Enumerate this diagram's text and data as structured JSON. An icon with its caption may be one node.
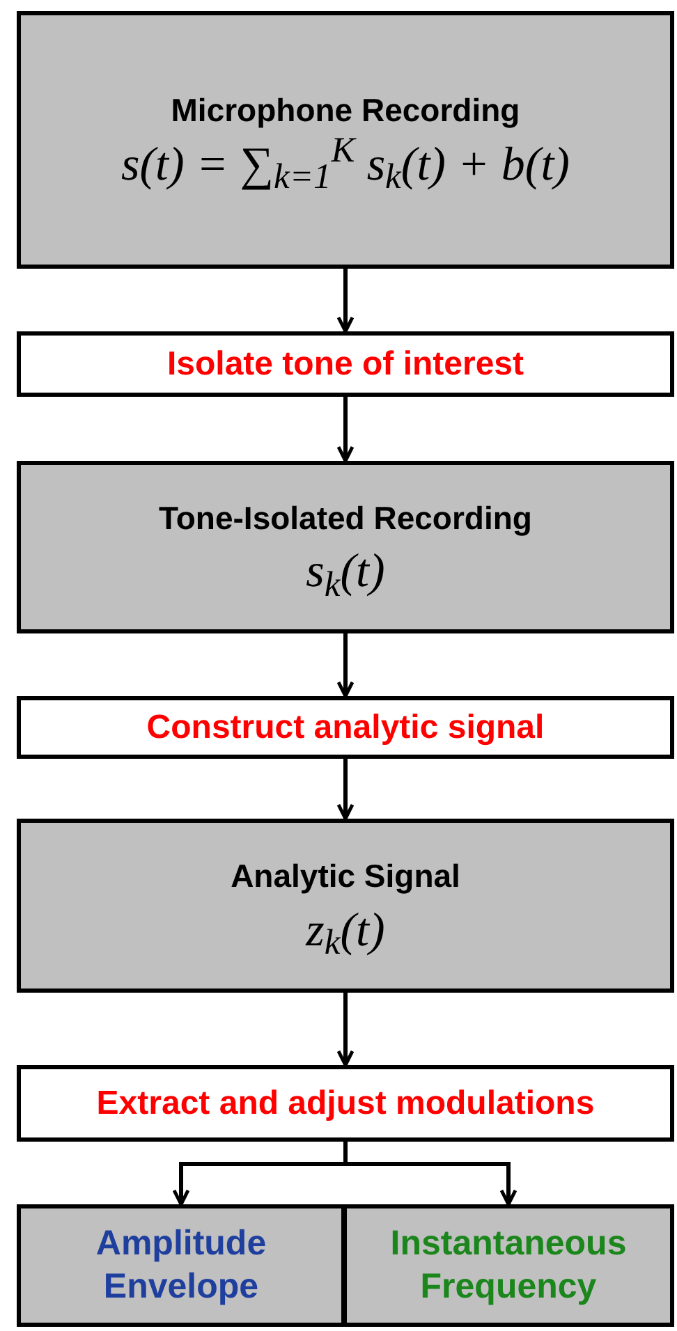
{
  "diagram": {
    "nodes": [
      {
        "text": [
          "Microphone Recording",
          "s(t) = ∑$_{k=1}$$^{K}$ s$_{k}$(t) + b(t)"
        ]
      },
      {
        "text": [
          "Isolate tone of interest"
        ]
      },
      {
        "text": [
          "Tone-Isolated Recording",
          "s$_{k}$(t)"
        ]
      },
      {
        "text": [
          "Construct analytic signal"
        ]
      },
      {
        "text": [
          "Analytic Signal",
          "z$_{k}$(t)"
        ]
      },
      {
        "text": [
          "Extract and adjust modulations"
        ]
      },
      {
        "text": [
          "Amplitude Envelope"
        ]
      },
      {
        "text": [
          "Instantaneous Frequency"
        ]
      }
    ],
    "edges": [
      {
        "from": 0,
        "to": 1,
        "arrow": "to"
      },
      {
        "from": 1,
        "to": 2,
        "arrow": "to"
      },
      {
        "from": 2,
        "to": 3,
        "arrow": "to"
      },
      {
        "from": 3,
        "to": 4,
        "arrow": "to"
      },
      {
        "from": 4,
        "to": 5,
        "arrow": "to"
      },
      {
        "from": 5,
        "to": 6,
        "arrow": "to"
      },
      {
        "from": 5,
        "to": 7,
        "arrow": "to"
      }
    ]
  }
}
